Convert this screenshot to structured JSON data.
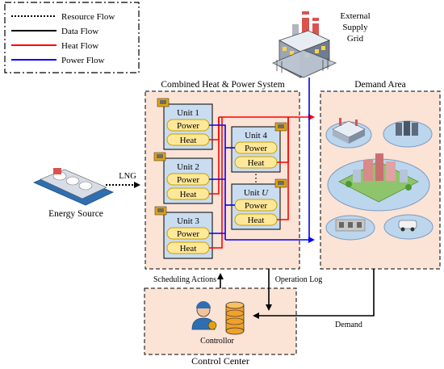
{
  "legend": {
    "items": [
      {
        "label": "Resource Flow",
        "style": "dotted",
        "color": "#000000"
      },
      {
        "label": "Data Flow",
        "style": "solid",
        "color": "#000000"
      },
      {
        "label": "Heat Flow",
        "style": "solid",
        "color": "#ff0000"
      },
      {
        "label": "Power Flow",
        "style": "solid",
        "color": "#0000ff"
      }
    ]
  },
  "external_grid": {
    "line1": "External",
    "line2": "Supply",
    "line3": "Grid"
  },
  "chp": {
    "title": "Combined Heat & Power System",
    "units": [
      {
        "name": "Unit 1",
        "power": "Power",
        "heat": "Heat"
      },
      {
        "name": "Unit 2",
        "power": "Power",
        "heat": "Heat"
      },
      {
        "name": "Unit 3",
        "power": "Power",
        "heat": "Heat"
      },
      {
        "name": "Unit 4",
        "power": "Power",
        "heat": "Heat"
      },
      {
        "name_prefix": "Unit ",
        "name_var": "U",
        "power": "Power",
        "heat": "Heat"
      }
    ],
    "ellipsis": "⋮"
  },
  "demand_area": {
    "title": "Demand Area"
  },
  "energy_source": {
    "label": "Energy Source",
    "lng": "LNG"
  },
  "control": {
    "title": "Control Center",
    "controller": "Controllor",
    "scheduling": "Scheduling Actions",
    "operation_log": "Operation Log",
    "demand": "Demand"
  },
  "colors": {
    "panel_fill": "#fbe3d6",
    "unit_fill": "#c9dcf0",
    "pill_fill": "#ffe89a",
    "pill_stroke": "#c9a000",
    "heat": "#ff0000",
    "power": "#0000ff"
  }
}
